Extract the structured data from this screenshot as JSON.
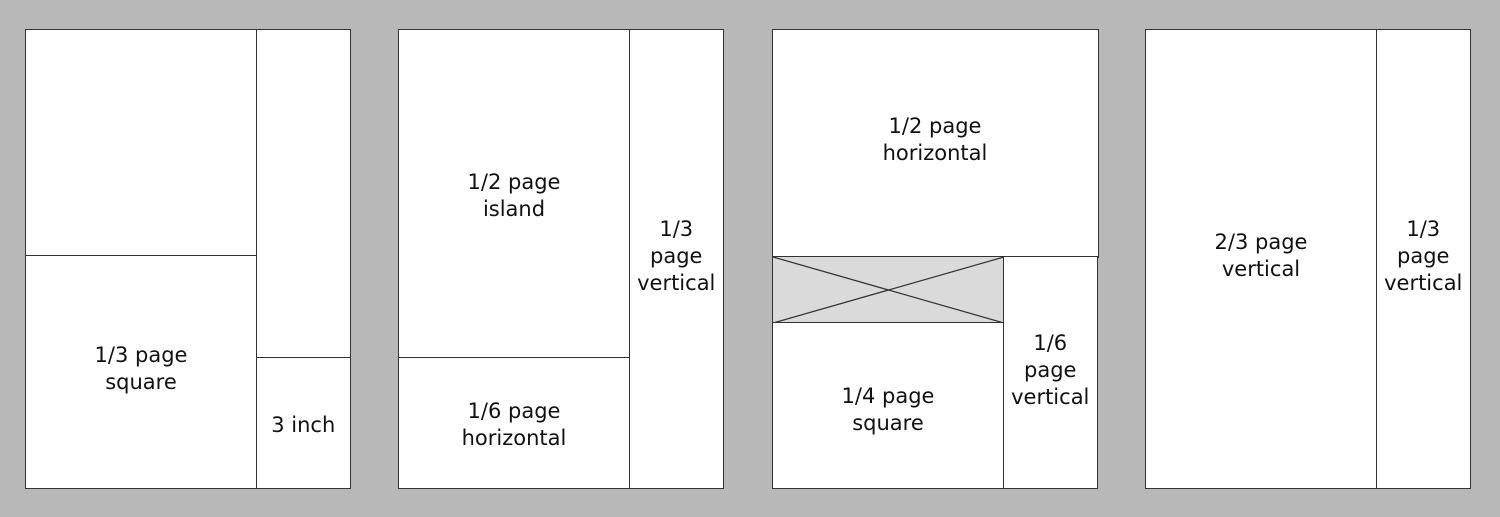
{
  "colors": {
    "background": "#b8b8b8",
    "page_fill": "#ffffff",
    "line": "#333333",
    "placeholder_fill": "#dadada",
    "text": "#111111"
  },
  "layouts": [
    {
      "ads": [
        {
          "label": ""
        },
        {
          "label": "1/3 page\nsquare"
        },
        {
          "label": ""
        },
        {
          "label": "3 inch"
        }
      ]
    },
    {
      "ads": [
        {
          "label": "1/2 page\nisland"
        },
        {
          "label": "1/6 page\nhorizontal"
        },
        {
          "label": "1/3\npage\nvertical"
        }
      ]
    },
    {
      "ads": [
        {
          "label": "1/2 page\nhorizontal"
        },
        {
          "label": ""
        },
        {
          "label": "1/4 page\nsquare"
        },
        {
          "label": "1/6\npage\nvertical"
        }
      ]
    },
    {
      "ads": [
        {
          "label": "2/3 page\nvertical"
        },
        {
          "label": "1/3\npage\nvertical"
        }
      ]
    }
  ]
}
